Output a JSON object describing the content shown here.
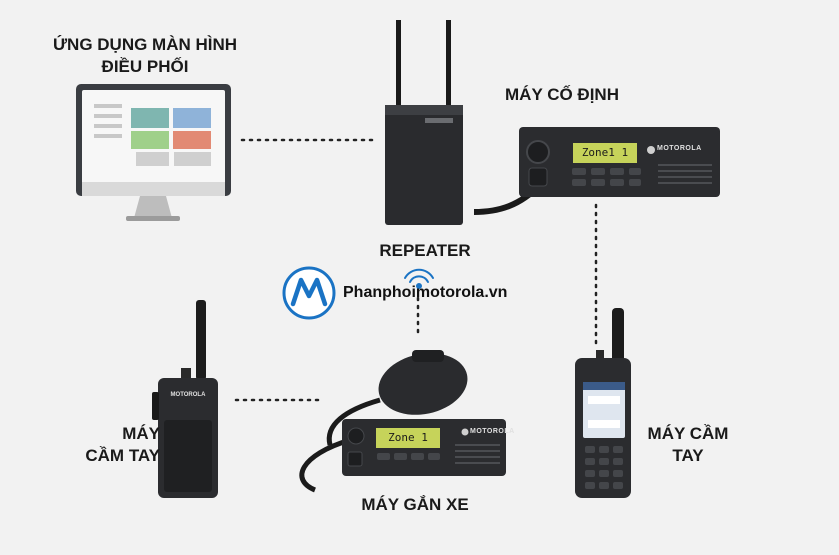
{
  "labels": {
    "dispatch_app_line1": "ỨNG DỤNG MÀN HÌNH",
    "dispatch_app_line2": "ĐIỀU PHỐI",
    "fixed_station": "MÁY CỐ ĐỊNH",
    "repeater": "REPEATER",
    "handheld_left_line1": "MÁY",
    "handheld_left_line2": "CẦM TAY",
    "handheld_right_line1": "MÁY CẦM",
    "handheld_right_line2": "TAY",
    "mobile": "MÁY GẮN XE"
  },
  "brand": {
    "site": "Phanphoimotorola.vn",
    "device_brand": "MOTOROLA",
    "accent_color": "#1a73c4"
  },
  "screens": {
    "fixed_display": "Zone1 1",
    "mobile_display": "Zone 1"
  }
}
